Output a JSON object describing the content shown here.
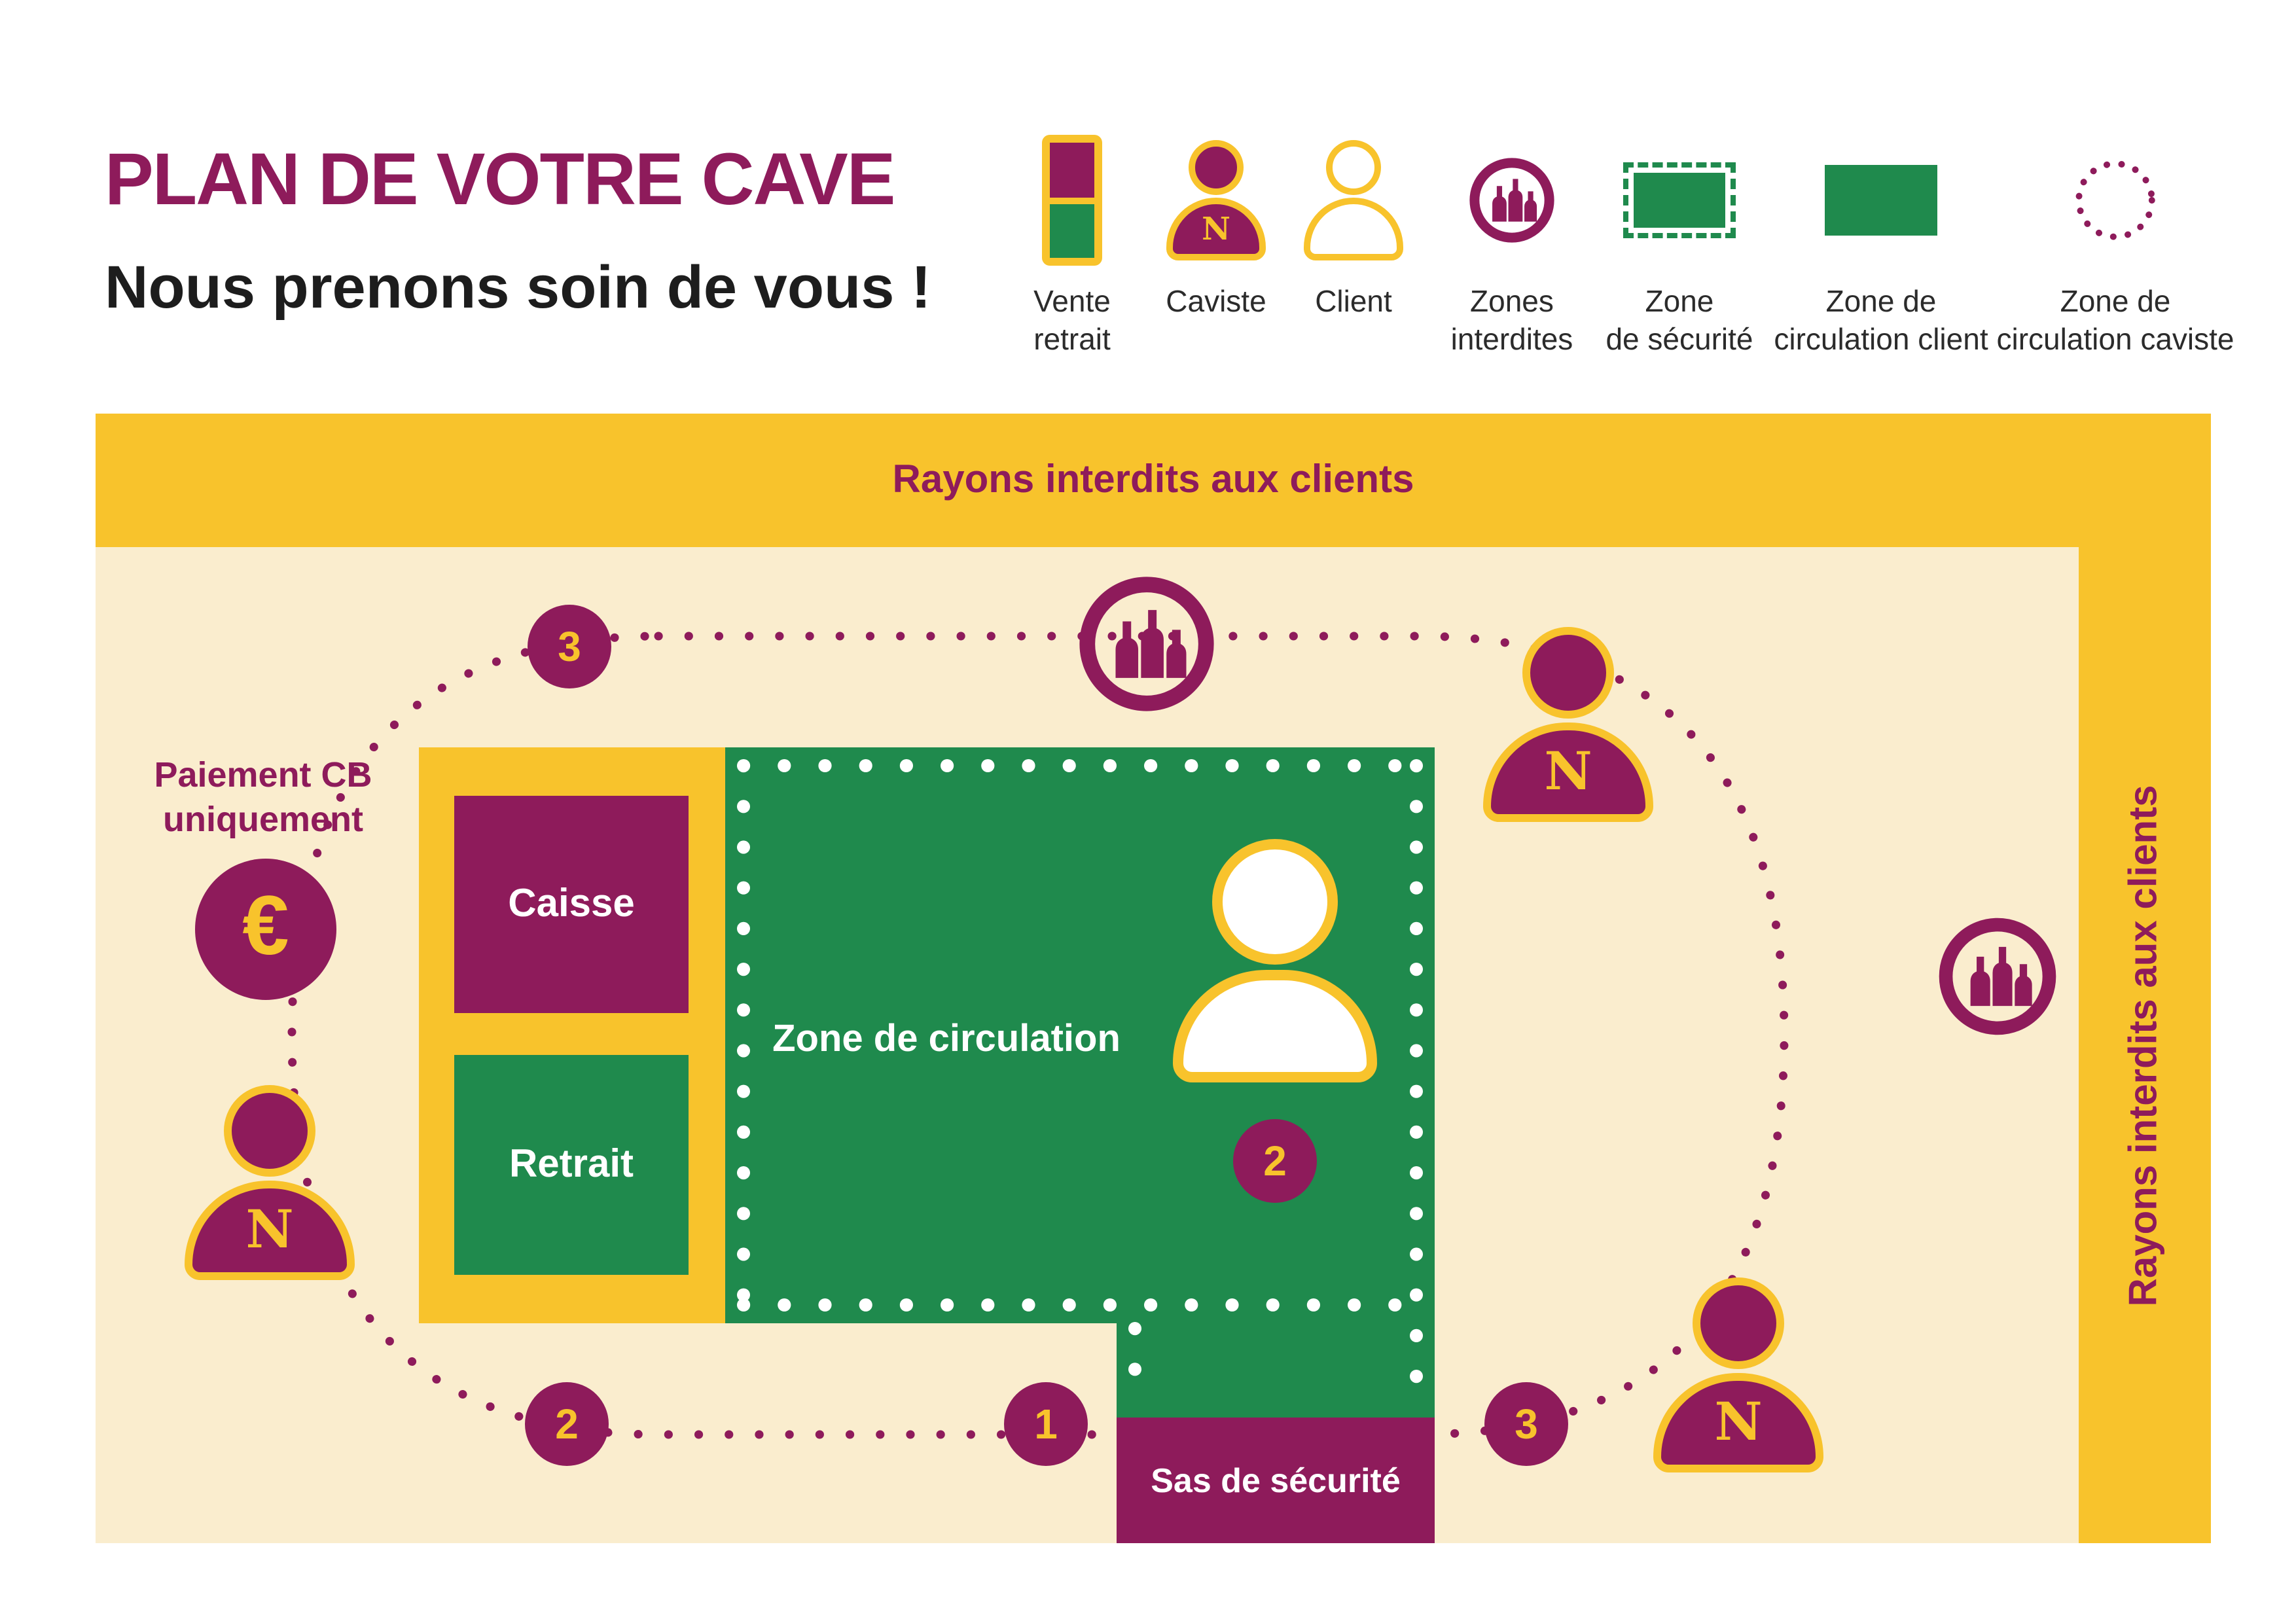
{
  "colors": {
    "magenta": "#8E1B5B",
    "yellow": "#F8C32C",
    "green": "#1F8A4D",
    "cream": "#FAEDCE",
    "white": "#FFFFFF"
  },
  "header": {
    "title": "PLAN DE VOTRE CAVE",
    "subtitle": "Nous prenons soin de vous !"
  },
  "legend": {
    "items": [
      {
        "icon": "vente-retrait-icon",
        "label": "Vente\nretrait"
      },
      {
        "icon": "caviste-icon",
        "label": "Caviste"
      },
      {
        "icon": "client-icon",
        "label": "Client"
      },
      {
        "icon": "zones-interdites-icon",
        "label": "Zones\ninterdites"
      },
      {
        "icon": "zone-securite-icon",
        "label": "Zone\nde sécurité"
      },
      {
        "icon": "zone-circulation-client-icon",
        "label": "Zone de\ncirculation client"
      },
      {
        "icon": "zone-circulation-caviste-icon",
        "label": "Zone de\ncirculation caviste"
      }
    ]
  },
  "map": {
    "banner_top": "Rayons interdits aux clients",
    "banner_right": "Rayons interdits aux clients",
    "caisse": "Caisse",
    "retrait": "Retrait",
    "zone_circulation": "Zone de circulation",
    "sas": "Sas de sécurité",
    "paiement": "Paiement CB\nuniquement",
    "euro": "€",
    "caviste_initial": "N",
    "badges": {
      "top_left": "3",
      "bottom_left": "2",
      "bottom_center": "1",
      "bottom_right": "3",
      "client_zone": "2"
    }
  }
}
